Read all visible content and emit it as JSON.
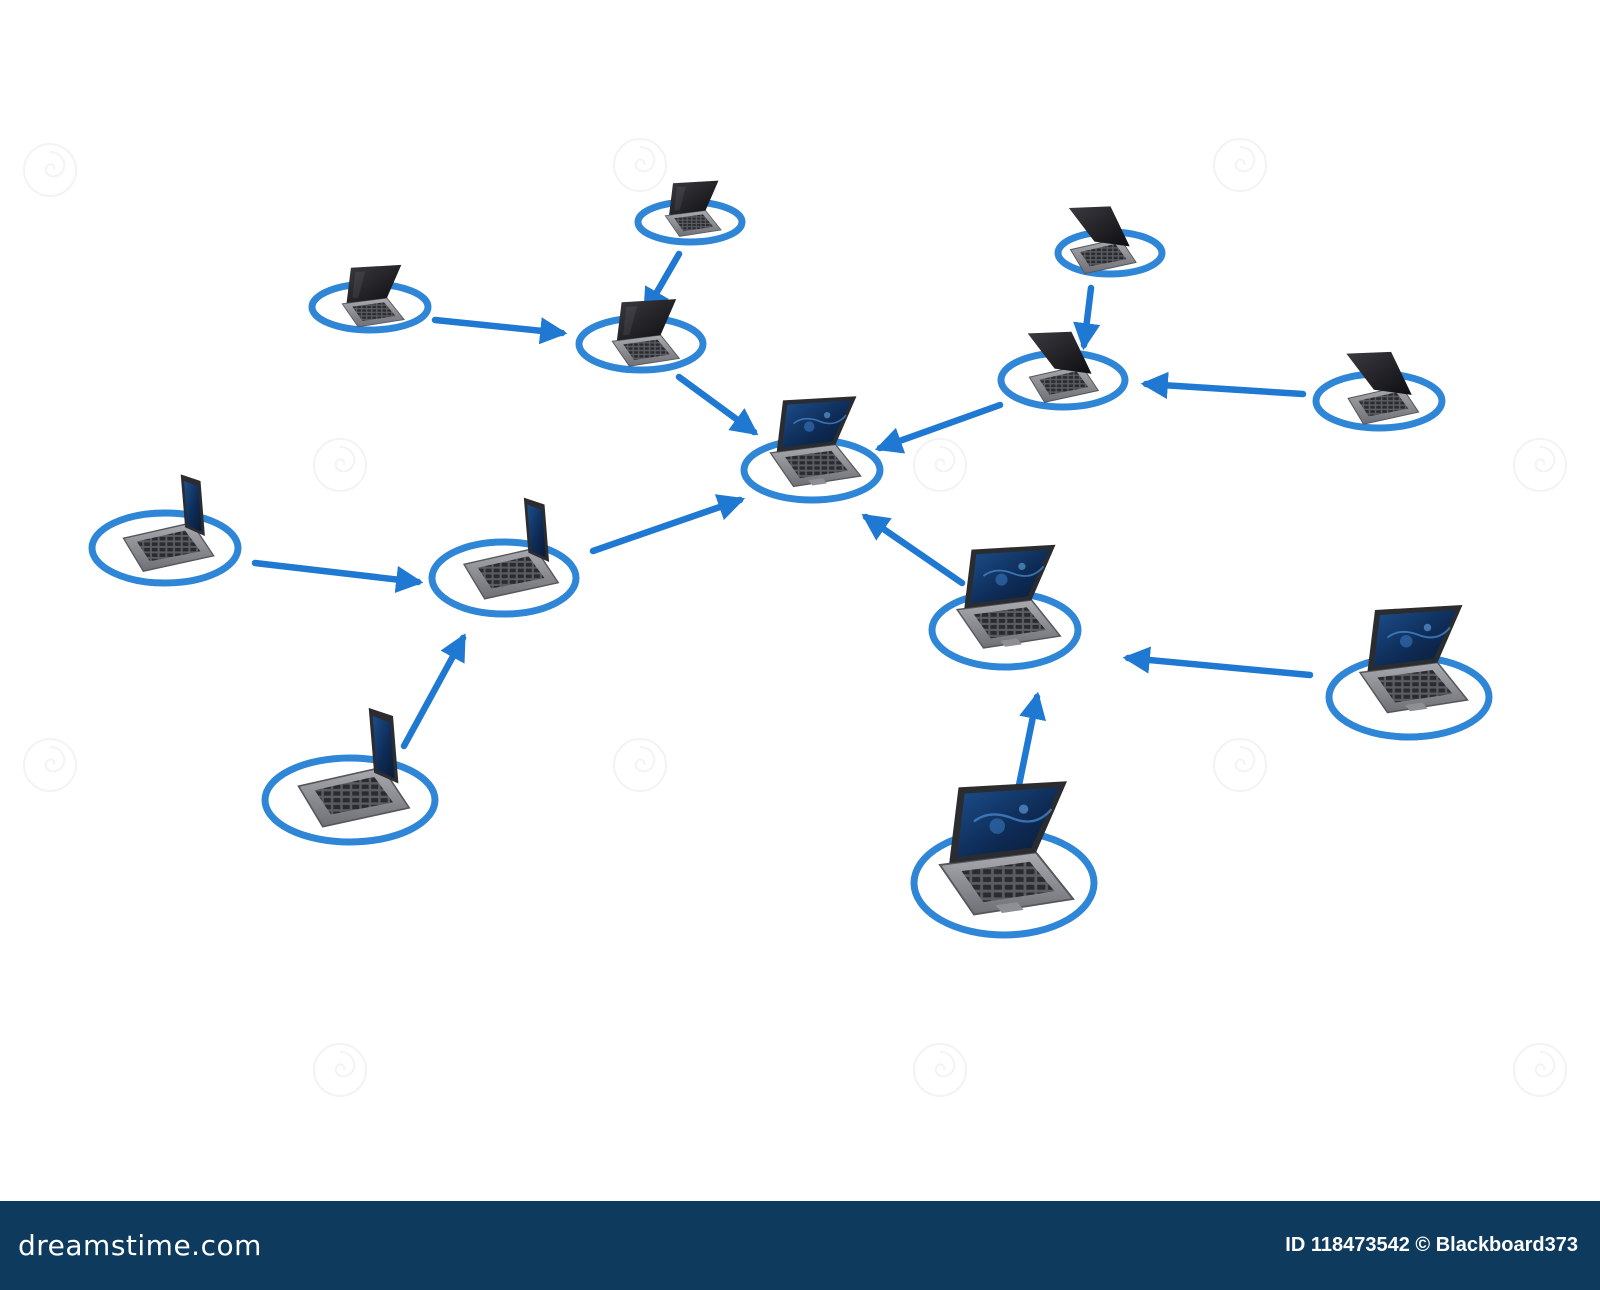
{
  "image": {
    "description_colors": {
      "ring": "#2f86d6",
      "ring_dark": "#1c63b4",
      "screen": "#0b2244",
      "laptop_body": "#7d7f85",
      "footer_bg": "#0e3b5d"
    }
  },
  "footer": {
    "logo": "dreamstime.com",
    "credit": "ID 118473542 © Blackboard373"
  },
  "watermark": {
    "text": "dreamstime"
  }
}
